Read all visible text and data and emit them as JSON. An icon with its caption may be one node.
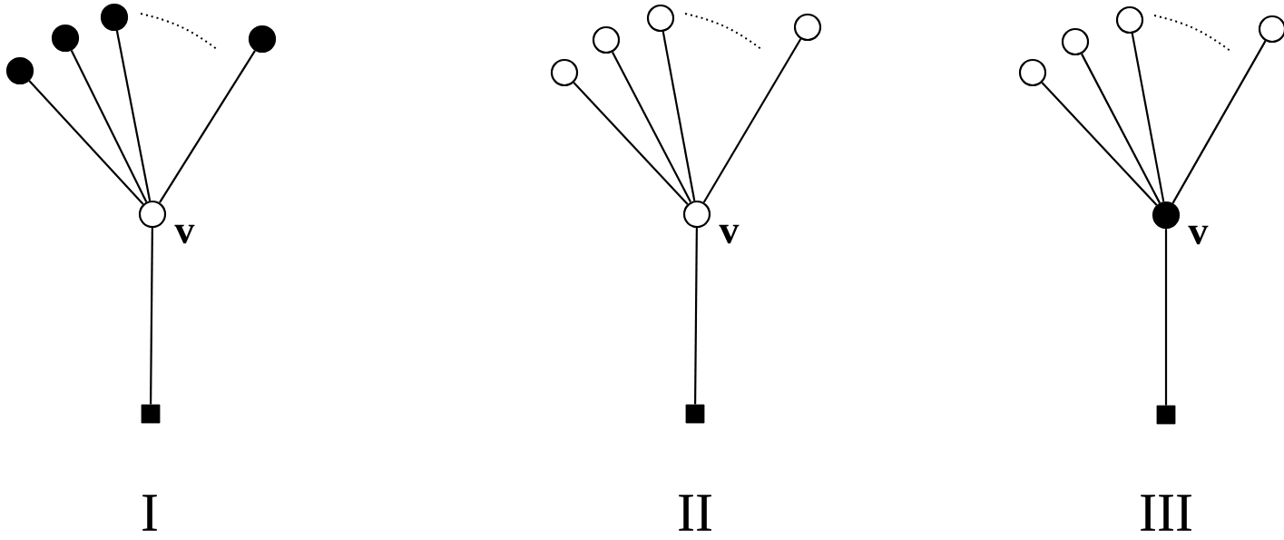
{
  "diagram": {
    "nodes": [
      {
        "text": [],
        "shape": "dot"
      },
      {
        "text": [],
        "shape": "dot"
      },
      {
        "text": [],
        "shape": "dot"
      },
      {
        "text": [],
        "shape": "dot"
      },
      {
        "text": [],
        "shape": "circle",
        "beside": [
          "v"
        ]
      },
      {
        "text": [],
        "shape": "square"
      },
      {
        "text": [],
        "shape": "circle"
      },
      {
        "text": [],
        "shape": "circle"
      },
      {
        "text": [],
        "shape": "circle"
      },
      {
        "text": [],
        "shape": "circle"
      },
      {
        "text": [],
        "shape": "circle",
        "beside": [
          "v"
        ]
      },
      {
        "text": [],
        "shape": "square"
      },
      {
        "text": [],
        "shape": "circle"
      },
      {
        "text": [],
        "shape": "circle"
      },
      {
        "text": [],
        "shape": "circle"
      },
      {
        "text": [],
        "shape": "circle"
      },
      {
        "text": [],
        "shape": "dot",
        "beside": [
          "v"
        ]
      },
      {
        "text": [],
        "shape": "square"
      }
    ],
    "edges": [
      {
        "from": 0,
        "to": 4,
        "arrow": "none"
      },
      {
        "from": 1,
        "to": 4,
        "arrow": "none"
      },
      {
        "from": 2,
        "to": 4,
        "arrow": "none"
      },
      {
        "from": 3,
        "to": 4,
        "arrow": "none"
      },
      {
        "from": 4,
        "to": 5,
        "arrow": "none"
      },
      {
        "from": 6,
        "to": 10,
        "arrow": "none"
      },
      {
        "from": 7,
        "to": 10,
        "arrow": "none"
      },
      {
        "from": 8,
        "to": 10,
        "arrow": "none"
      },
      {
        "from": 9,
        "to": 10,
        "arrow": "none"
      },
      {
        "from": 10,
        "to": 11,
        "arrow": "none"
      },
      {
        "from": 12,
        "to": 16,
        "arrow": "none"
      },
      {
        "from": 13,
        "to": 16,
        "arrow": "none"
      },
      {
        "from": 14,
        "to": 16,
        "arrow": "none"
      },
      {
        "from": 15,
        "to": 16,
        "arrow": "none"
      },
      {
        "from": 16,
        "to": 17,
        "arrow": "none"
      }
    ],
    "labels": [
      "I",
      "II",
      "III"
    ]
  }
}
